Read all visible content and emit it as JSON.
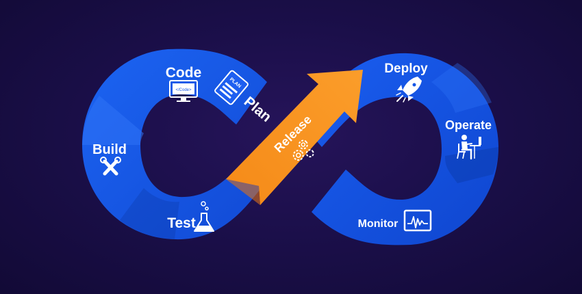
{
  "diagram": {
    "stages": {
      "code": "Code",
      "code_badge": "</Code>",
      "plan": "Plan",
      "plan_badge": "PLAN",
      "build": "Build",
      "test": "Test",
      "release": "Release",
      "deploy": "Deploy",
      "operate": "Operate",
      "monitor": "Monitor"
    },
    "icons": {
      "code": "monitor-code-icon",
      "plan": "plan-document-icon",
      "build": "tools-icon",
      "test": "flask-icon",
      "release": "gears-icon",
      "deploy": "rocket-icon",
      "operate": "person-at-desk-icon",
      "monitor": "monitor-graph-icon"
    },
    "colors": {
      "background": "#1b0f4a",
      "loop_blue": "#1557e6",
      "loop_dark_blue": "#0e3fb8",
      "release_orange": "#f7931e"
    }
  }
}
